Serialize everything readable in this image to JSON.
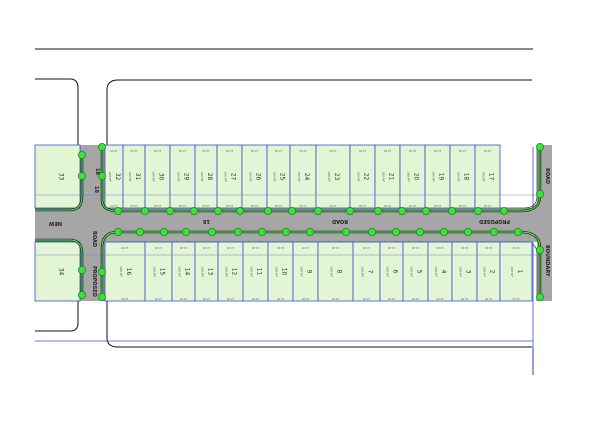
{
  "road_labels": {
    "west_road": "NEW",
    "proposed_a": "PROPOSED",
    "road_a": "ROAD",
    "road_b": "ROAD",
    "road_c": "ROAD",
    "boundary": "BOUNDARY",
    "proposed_b": "PROPOSED",
    "width_a": "18",
    "width_b": "18",
    "width_c": "18"
  },
  "top_lots": [
    {
      "id": "33",
      "area": "",
      "dim": ""
    },
    {
      "id": "32",
      "area": "180 M²",
      "dim": "12.00"
    },
    {
      "id": "31",
      "area": "180 M²",
      "dim": "12.00"
    },
    {
      "id": "30",
      "area": "180 M²",
      "dim": "12.00"
    },
    {
      "id": "29",
      "area": "180 M²",
      "dim": "12.00"
    },
    {
      "id": "28",
      "area": "180 M²",
      "dim": "12.00"
    },
    {
      "id": "27",
      "area": "180 M²",
      "dim": "12.00"
    },
    {
      "id": "26",
      "area": "180 M²",
      "dim": "12.00"
    },
    {
      "id": "25",
      "area": "180 M²",
      "dim": "12.00"
    },
    {
      "id": "24",
      "area": "180 M²",
      "dim": "12.00"
    },
    {
      "id": "23",
      "area": "180 M²",
      "dim": "12.00"
    },
    {
      "id": "22",
      "area": "180 M²",
      "dim": "12.00"
    },
    {
      "id": "21",
      "area": "180 M²",
      "dim": "12.00"
    },
    {
      "id": "20",
      "area": "180 M²",
      "dim": "12.00"
    },
    {
      "id": "19",
      "area": "180 M²",
      "dim": "12.00"
    },
    {
      "id": "18",
      "area": "180 M²",
      "dim": "12.00"
    },
    {
      "id": "17",
      "area": "180 M²",
      "dim": "12.00"
    }
  ],
  "bottom_lots": [
    {
      "id": "34",
      "area": "",
      "dim": ""
    },
    {
      "id": "16",
      "area": "180 M²",
      "dim": "12.00"
    },
    {
      "id": "15",
      "area": "180 M²",
      "dim": "12.00"
    },
    {
      "id": "14",
      "area": "180 M²",
      "dim": "12.00"
    },
    {
      "id": "13",
      "area": "180 M²",
      "dim": "12.00"
    },
    {
      "id": "12",
      "area": "180 M²",
      "dim": "12.00"
    },
    {
      "id": "11",
      "area": "180 M²",
      "dim": "12.00"
    },
    {
      "id": "10",
      "area": "180 M²",
      "dim": "12.00"
    },
    {
      "id": "9",
      "area": "180 M²",
      "dim": "12.00"
    },
    {
      "id": "8",
      "area": "180 M²",
      "dim": "12.00"
    },
    {
      "id": "7",
      "area": "180 M²",
      "dim": "12.00"
    },
    {
      "id": "6",
      "area": "180 M²",
      "dim": "12.00"
    },
    {
      "id": "5",
      "area": "180 M²",
      "dim": "12.00"
    },
    {
      "id": "4",
      "area": "180 M²",
      "dim": "12.00"
    },
    {
      "id": "3",
      "area": "180 M²",
      "dim": "12.00"
    },
    {
      "id": "2",
      "area": "180 M²",
      "dim": "12.00"
    },
    {
      "id": "1",
      "area": "180 M²",
      "dim": "12.00"
    }
  ],
  "colors": {
    "lot_fill": "#e2f5d4",
    "lot_outline": "#3a4fd0",
    "road": "#a6a6a6",
    "node": "#3ee03e",
    "path_line": "#1b5e1b"
  }
}
